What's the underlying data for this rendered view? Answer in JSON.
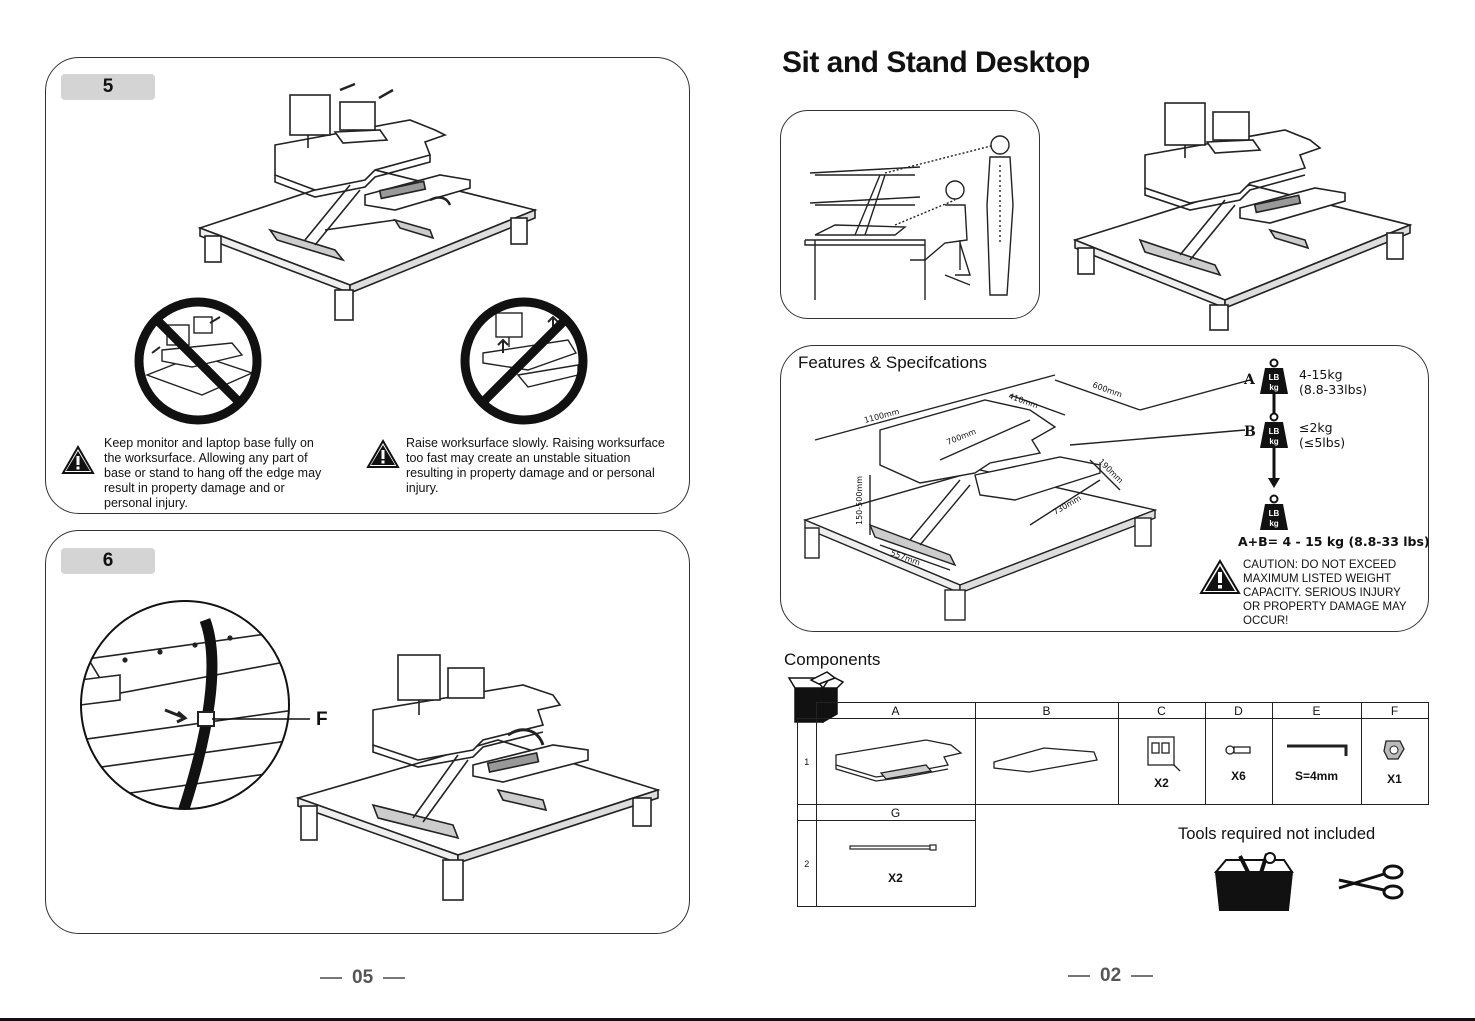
{
  "left_page": {
    "step5": {
      "badge": "5",
      "warnings": [
        "Keep monitor and laptop base fully on the worksurface. Allowing any part of base or stand to hang off the edge may result in property damage and or personal injury.",
        "Raise worksurface slowly. Raising worksurface too fast may create an unstable situation resulting in property damage and or personal injury."
      ]
    },
    "step6": {
      "badge": "6",
      "callout": "F"
    },
    "page_number": "05"
  },
  "right_page": {
    "title": "Sit and Stand Desktop",
    "features": {
      "heading": "Features & Specifcations",
      "dimensions": [
        "1100mm",
        "410mm",
        "600mm",
        "700mm",
        "190mm",
        "730mm",
        "150-500mm",
        "557mm"
      ],
      "load_a_label": "A",
      "load_a_kg": "4-15kg",
      "load_a_lbs": "(8.8-33lbs)",
      "load_b_label": "B",
      "load_b_kg": "≤2kg",
      "load_b_lbs": "(≤5lbs)",
      "weight_icon_top": "LB",
      "weight_icon_bottom": "kg",
      "total": "A+B= 4 - 15 kg (8.8-33 lbs)",
      "caution": "CAUTION:  DO NOT EXCEED MAXIMUM LISTED WEIGHT CAPACITY. SERIOUS INJURY OR PROPERTY DAMAGE MAY OCCUR!"
    },
    "components": {
      "heading": "Components",
      "columns": [
        "A",
        "B",
        "C",
        "D",
        "E",
        "F"
      ],
      "row1_label": "1",
      "row2_label": "2",
      "row2_column": "G",
      "quantities": {
        "C": "X2",
        "D": "X6",
        "E": "S=4mm",
        "F": "X1",
        "G": "X2"
      },
      "tools_note": "Tools required not included"
    },
    "page_number": "02"
  }
}
